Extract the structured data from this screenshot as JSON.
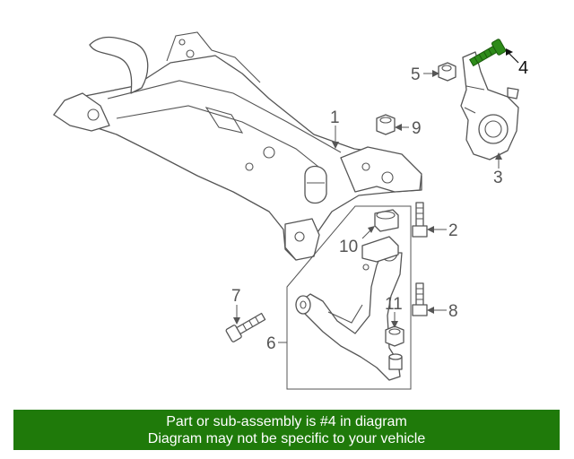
{
  "callouts": {
    "c1": "1",
    "c2": "2",
    "c3": "3",
    "c4": "4",
    "c5": "5",
    "c6": "6",
    "c7": "7",
    "c8": "8",
    "c9": "9",
    "c10": "10",
    "c11": "11"
  },
  "highlight": {
    "part": "4",
    "color": "#2e8b1a"
  },
  "banner": {
    "line1": "Part or sub-assembly is #4 in diagram",
    "line2": "Diagram may not be specific to your vehicle",
    "background": "#1f7a0a"
  }
}
